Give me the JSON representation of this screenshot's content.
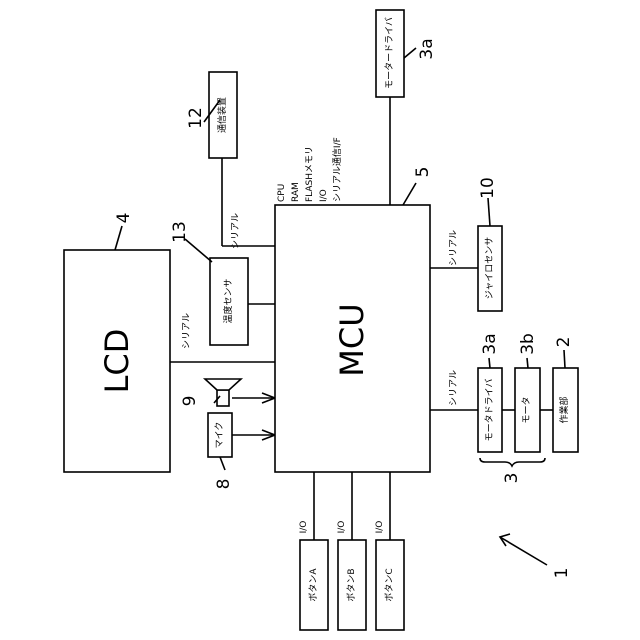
{
  "diagram": {
    "mcu": {
      "label": "MCU",
      "ref": "5"
    },
    "mcu_features": [
      "CPU",
      "RAM",
      "FLASHメモリ",
      "I/O",
      "シリアル通信I/F"
    ],
    "lcd": {
      "label": "LCD",
      "ref": "4"
    },
    "motor_driver_top": {
      "label": "モータードライバ",
      "ref": "3a"
    },
    "comm_device": {
      "label": "通信装置",
      "ref": "12"
    },
    "temp_sensor": {
      "label": "温度センサ",
      "ref": "13"
    },
    "gyro_sensor": {
      "label": "ジャイロセンサ",
      "ref": "10"
    },
    "speaker": {
      "ref": "9"
    },
    "mic": {
      "label": "マイク",
      "ref": "8"
    },
    "motor_driver": {
      "label": "モータドライバ",
      "ref": "3a"
    },
    "motor": {
      "label": "モータ",
      "ref": "3b"
    },
    "work_unit": {
      "label": "作業部",
      "ref": "2"
    },
    "group_ref": "3",
    "device_ref": "1",
    "buttons": [
      {
        "label": "ボタンA",
        "conn": "I/O"
      },
      {
        "label": "ボタンB",
        "conn": "I/O"
      },
      {
        "label": "ボタンC",
        "conn": "I/O"
      }
    ],
    "serial_label": "シリアル"
  }
}
